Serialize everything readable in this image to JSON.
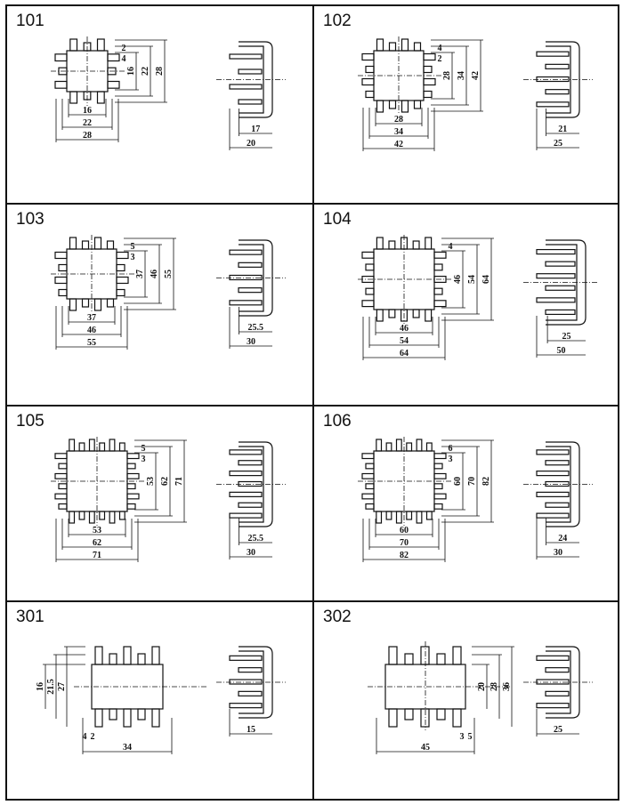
{
  "cells": [
    {
      "id": "101",
      "kind": "square",
      "h": [
        "16",
        "22",
        "28"
      ],
      "v": [
        "16",
        "22",
        "28"
      ],
      "small": [
        "2",
        "4"
      ],
      "side": [
        "17",
        "20"
      ],
      "fins": 3
    },
    {
      "id": "102",
      "kind": "square",
      "h": [
        "28",
        "34",
        "42"
      ],
      "v": [
        "28",
        "34",
        "42"
      ],
      "small": [
        "4",
        "2"
      ],
      "side": [
        "21",
        "25"
      ],
      "fins": 4
    },
    {
      "id": "103",
      "kind": "square",
      "h": [
        "37",
        "46",
        "55"
      ],
      "v": [
        "37",
        "46",
        "55"
      ],
      "small": [
        "5",
        "3"
      ],
      "side": [
        "25.5",
        "30"
      ],
      "fins": 4
    },
    {
      "id": "104",
      "kind": "square",
      "h": [
        "46",
        "54",
        "64"
      ],
      "v": [
        "46",
        "54",
        "64"
      ],
      "small": [
        "4"
      ],
      "side": [
        "25",
        "50"
      ],
      "fins": 5
    },
    {
      "id": "105",
      "kind": "square",
      "h": [
        "53",
        "62",
        "71"
      ],
      "v": [
        "53",
        "62",
        "71"
      ],
      "small": [
        "5",
        "3"
      ],
      "side": [
        "25.5",
        "30"
      ],
      "fins": 6
    },
    {
      "id": "106",
      "kind": "square",
      "h": [
        "60",
        "70",
        "82"
      ],
      "v": [
        "60",
        "70",
        "82"
      ],
      "small": [
        "6",
        "3"
      ],
      "side": [
        "24",
        "30"
      ],
      "fins": 6
    },
    {
      "id": "301",
      "kind": "rect-left",
      "h": [
        "34"
      ],
      "v": [
        "16",
        "21.5",
        "27"
      ],
      "small": [
        "4",
        "2"
      ],
      "side": [
        "15"
      ],
      "fins": 4
    },
    {
      "id": "302",
      "kind": "rect",
      "h": [
        "45"
      ],
      "v": [
        "20",
        "28",
        "36"
      ],
      "small": [
        "3",
        "5"
      ],
      "side": [
        "25"
      ],
      "fins": 4
    }
  ]
}
